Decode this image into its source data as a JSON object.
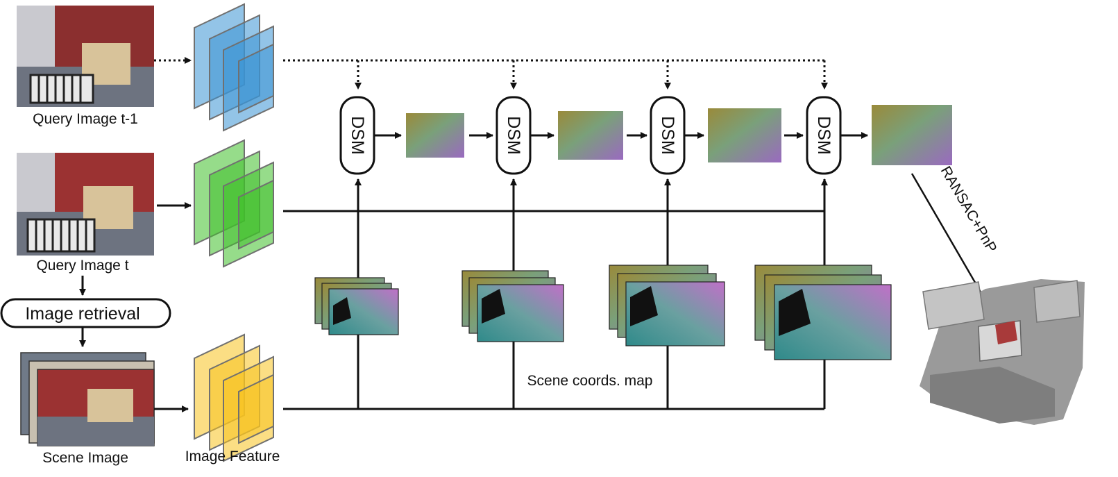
{
  "labels": {
    "query_prev": "Query Image t-1",
    "query_curr": "Query Image t",
    "retrieval": "Image retrieval",
    "scene_image": "Scene Image",
    "image_feature": "Image Feature",
    "scene_coords": "Scene coords. map",
    "ransac": "RANSAC+PnP"
  },
  "dsm_blocks": [
    {
      "label": "DSM"
    },
    {
      "label": "DSM"
    },
    {
      "label": "DSM"
    },
    {
      "label": "DSM"
    }
  ],
  "colors": {
    "feature_blue": "#3a93d3",
    "feature_green": "#3fbf2a",
    "feature_yellow": "#f7c21f",
    "wall_red": "#a83a3a",
    "line": "#111111"
  }
}
